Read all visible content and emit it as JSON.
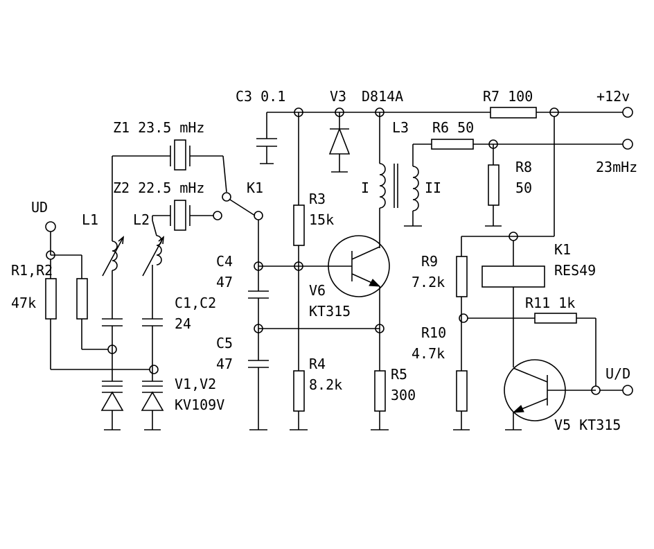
{
  "labels": {
    "c3": "C3 0.1",
    "v3": "V3",
    "d814a": "D814A",
    "r7": "R7 100",
    "plus12v": "+12v",
    "z1": "Z1 23.5 mHz",
    "l3": "L3",
    "r6": "R6 50",
    "r8": "R8",
    "r8_val": "50",
    "out_23mhz": "23mHz",
    "z2": "Z2 22.5 mHz",
    "k1_switch": "K1",
    "ud": "UD",
    "l1": "L1",
    "l2": "L2",
    "r3": "R3",
    "r3_val": "15k",
    "coil_i": "I",
    "coil_ii": "II",
    "k1_relay": "K1",
    "k1_relay_type": "RES49",
    "r1r2": "R1,R2",
    "r1r2_val": "47k",
    "c4": "C4",
    "c4_val": "47",
    "r9": "R9",
    "r9_val": "7.2k",
    "v6": "V6",
    "v6_type": "KT315",
    "c1c2": "C1,C2",
    "c1c2_val": "24",
    "r11": "R11 1k",
    "r10": "R10",
    "r10_val": "4.7k",
    "c5": "C5",
    "c5_val": "47",
    "r4": "R4",
    "r4_val": "8.2k",
    "ud_out": "U/D",
    "r5": "R5",
    "r5_val": "300",
    "v1v2": "V1,V2",
    "v1v2_type": "KV109V",
    "v5": "V5 KT315"
  }
}
